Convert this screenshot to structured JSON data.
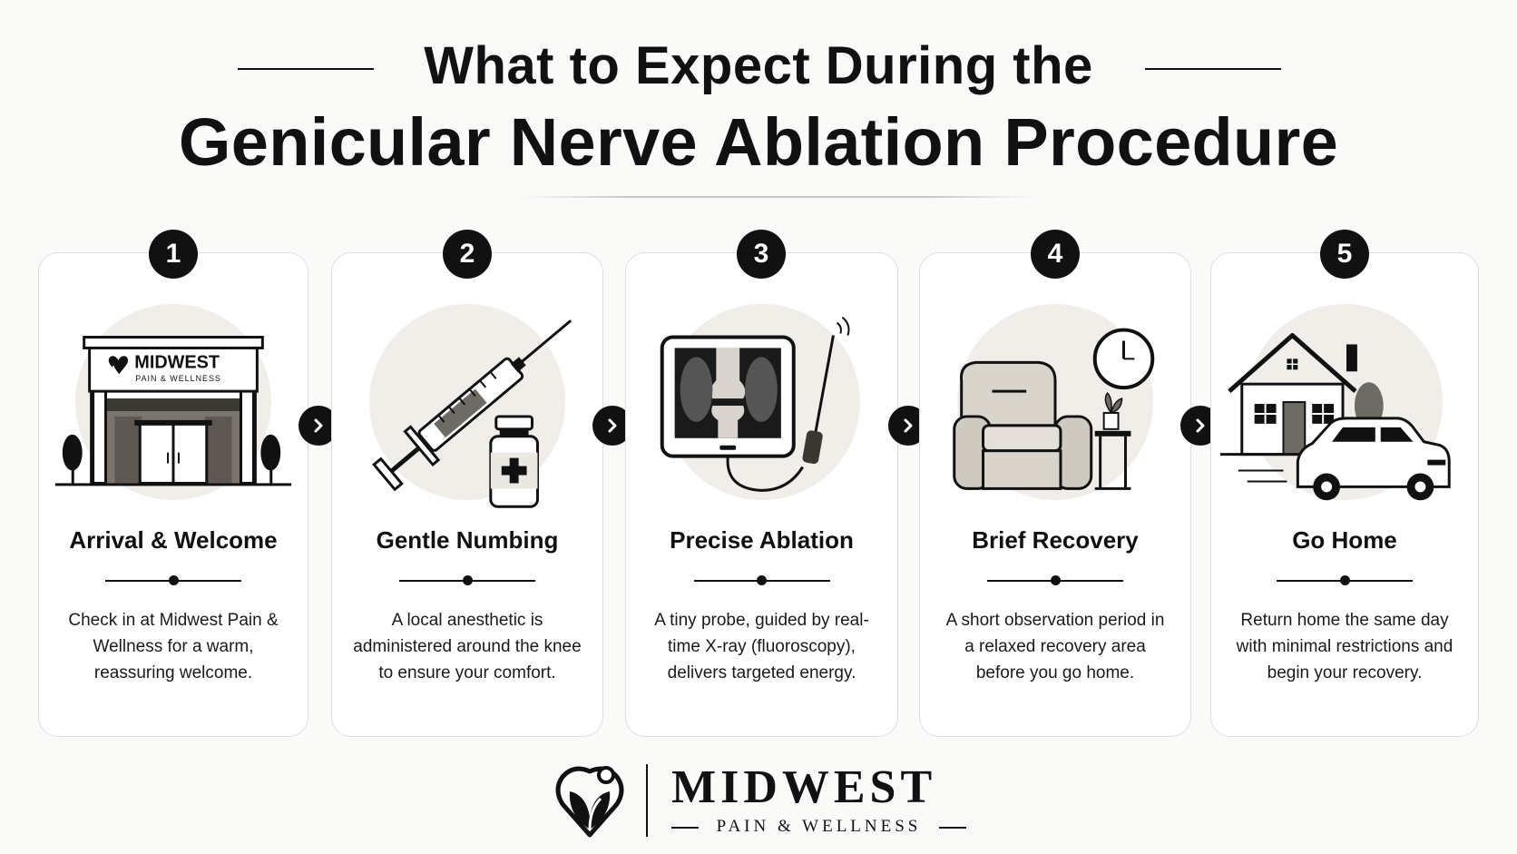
{
  "header": {
    "title_line1": "What to Expect During the",
    "title_line2": "Genicular Nerve Ablation Procedure"
  },
  "steps": [
    {
      "number": "1",
      "title": "Arrival & Welcome",
      "description": "Check in at Midwest Pain & Wellness for a warm, reassuring welcome.",
      "icon": "clinic-building-icon",
      "sign_line1": "MIDWEST",
      "sign_line2": "PAIN & WELLNESS"
    },
    {
      "number": "2",
      "title": "Gentle Numbing",
      "description": "A local anesthetic is administered around the knee to ensure your comfort.",
      "icon": "syringe-vial-icon"
    },
    {
      "number": "3",
      "title": "Precise Ablation",
      "description": "A tiny probe, guided by real-time X-ray (fluoroscopy), delivers targeted energy.",
      "icon": "xray-probe-icon"
    },
    {
      "number": "4",
      "title": "Brief Recovery",
      "description": "A short observation period in a relaxed recovery area before you go home.",
      "icon": "recliner-clock-icon"
    },
    {
      "number": "5",
      "title": "Go Home",
      "description": "Return home the same day with minimal restrictions and begin your recovery.",
      "icon": "house-car-icon"
    }
  ],
  "footer": {
    "brand_name": "MIDWEST",
    "brand_sub": "PAIN & WELLNESS",
    "logo_icon": "leaf-pin-logo-icon"
  },
  "colors": {
    "ink": "#111111",
    "background": "#fafaf9",
    "card": "#ffffff",
    "halo": "#f1eee9"
  }
}
